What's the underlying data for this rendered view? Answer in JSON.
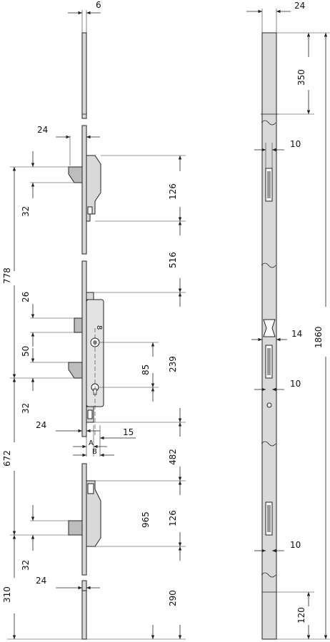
{
  "dimensions": {
    "left_view": {
      "bar_thickness": "6",
      "hook_top_offset": "24",
      "hook_top_height": "32",
      "hook_top_bolt": "126",
      "gap_top_mid": "516",
      "deadbolt_top_offset": "26",
      "deadbolt_height": "50",
      "spindle_to_cylinder": "85",
      "mid_height": "239",
      "hook_mid_height": "32",
      "hook_mid_offset": "24",
      "backset_offset": "15",
      "label_a": "A",
      "label_b": "B",
      "gap_mid_bottom": "482",
      "hook_bottom_bolt": "126",
      "hook_bottom_height": "32",
      "cylinder_to_bottom": "965",
      "hook_bottom_offset": "24",
      "bottom_length": "290",
      "hook_to_hook_top": "778",
      "hook_to_hook_bottom": "672",
      "bottom_end": "310"
    },
    "right_view": {
      "width": "24",
      "top_segment": "350",
      "slot_top": "10",
      "forend_width": "14",
      "slot_mid": "10",
      "overall_length": "1860",
      "slot_bottom": "10",
      "bottom_segment": "120"
    }
  }
}
